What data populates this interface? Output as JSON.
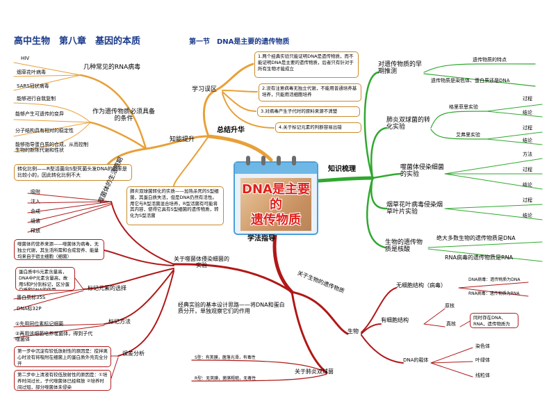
{
  "header": {
    "title": "高中生物　第八章　基因的本质",
    "section": "第一节　DNA是主要的遗传物质"
  },
  "center": {
    "line1": "DNA是主要的",
    "line2": "遗传物质"
  },
  "branches": {
    "summary": "总结升华",
    "knowledge": "知识梳理",
    "method": "学法指导",
    "ability": "知能提升",
    "study_area": "学习误区"
  },
  "summary": {
    "mistakes": [
      "1.两个经典实验只能证明DNA是遗传物质，而不能证明DNA是主要的遗传物质，后者只有针对于所有生物才能成立",
      "2.没有注意病毒无独立代谢，不能用普通培养基培养，只能用活细胞培养",
      "3.对病毒产生子代时的原料来源不清楚",
      "4.关于标记元素的判断容易出错"
    ],
    "rna_virus": {
      "label": "几种常见的RNA病毒",
      "items": [
        "HIV",
        "烟草花叶病毒",
        "SARS冠状病毒"
      ]
    },
    "conditions": {
      "label": "作为遗传物质必须具备的条件",
      "items": [
        "能够进行自我复制",
        "能够产生可遗传的变异",
        "分子结构具有相对的稳定性",
        "能够指导蛋白质的合成，从而控制生物的新陈代谢和性状"
      ]
    },
    "transformation_note": "转化比例——R型活菌向S型死菌头发DNA的概率是比较小的，因此转化比例不大",
    "pneumo_note": "肺炎双球菌转化的实质——加热杀死的S型细菌，其蛋白质失活，但是DNA仍然有活性。用它与R型活菌混合培养，R型活菌有可能将其内容，使得它具有S型细菌的遗传物质，转化为S型活菌"
  },
  "knowledge": {
    "early": {
      "label": "对遗传物质的早期推测",
      "items": [
        "遗传物质的特点",
        "遗传物质是染色体、蛋白质还是DNA"
      ]
    },
    "pneumo": {
      "label": "肺炎双球菌的转化实验",
      "groups": [
        {
          "label": "格里菲思实验",
          "items": [
            "过程",
            "结论"
          ]
        },
        {
          "label": "艾弗里实验",
          "items": [
            "过程",
            "结论"
          ]
        }
      ]
    },
    "phage": {
      "label": "噬菌体侵染细菌的实验",
      "items": [
        "方法",
        "过程",
        "结论"
      ]
    },
    "tmv": {
      "label": "烟草花叶病毒侵染烟草叶片实验",
      "items": [
        "过程",
        "结论"
      ]
    },
    "material": {
      "label": "生物的遗传物质是核酸",
      "items": [
        "绝大多数生物的遗传物质是DNA",
        "RNA病毒的遗传物质是RNA"
      ]
    }
  },
  "method": {
    "phage": {
      "label": "关于噬菌体侵染细菌的实验",
      "life_cycle": {
        "label": "噬菌体的生活周期",
        "items": [
          "吸附",
          "注入",
          "合成",
          "组装",
          "释放"
        ]
      },
      "note_raw": "噬菌体的营养来源——噬菌体为病毒，无独立代谢，其生活所需和合成营养、能量均来自于宿主细胞（细菌）",
      "label_elements": {
        "label": "标记元素的选择",
        "note": "蛋白质中S元素含量高，DNA中P元素含量高，故用S和P分别标记，区分蛋白质和DNA的作用",
        "items": [
          "蛋白质标35S",
          "DNA标32P"
        ]
      },
      "label_method": {
        "label": "标记方法",
        "items": [
          "①先用同位素标记细菌",
          "②再用该细菌培养噬菌体，得到子代噬菌体"
        ]
      },
      "error": {
        "label": "误差分析",
        "items": [
          "第一步中沉淀有较低放射性的原因是：搅拌离心时没有将吸附在细菌上的蛋白质外壳完全分开",
          "第二步中上清液有较低放射性的原因是：①培养时间过长，子代噬菌体已经释放  ②培养时间过短，部分噬菌体未侵染"
        ]
      }
    },
    "design": "经典实验的基本设计思路——将DNA和蛋白质分开，单独观察它们的作用",
    "structure": {
      "label": "关于生物的遗传物质",
      "bio_label": "生物",
      "acellular": {
        "label": "无细胞结构（病毒）",
        "items": [
          "DNA病毒：遗传物质为DNA",
          "RNA病毒：遗传物质为RNA"
        ]
      },
      "cellular": {
        "label": "有细胞结构",
        "items": [
          "原核",
          "真核"
        ],
        "note": "同时存在DNA、RNA，遗传物质为DNA"
      },
      "carrier": {
        "label": "DNA的载体",
        "items": [
          "染色体",
          "叶绿体",
          "线粒体"
        ]
      }
    },
    "pneumococcus": {
      "label": "关于肺炎双球菌",
      "items": [
        "S型：有荚膜，菌落光滑，有毒性",
        "R型：无荚膜，菌落粗糙，无毒性"
      ]
    }
  },
  "colors": {
    "orange": "#e8a038",
    "green": "#2fa82f",
    "red": "#b01818",
    "title": "#1a3a8a"
  }
}
